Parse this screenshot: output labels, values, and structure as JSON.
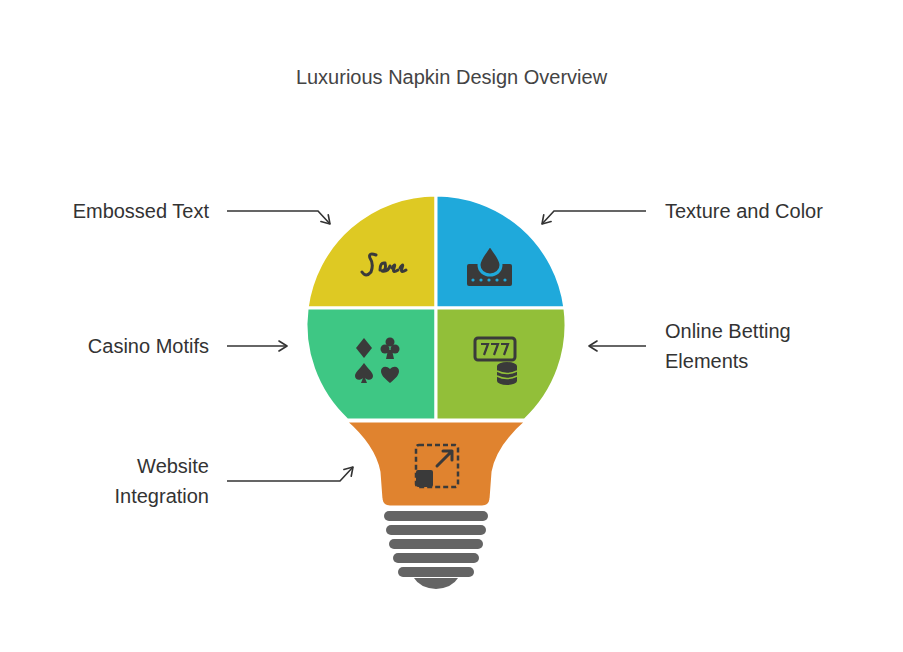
{
  "diagram": {
    "title": "Luxurious Napkin Design Overview",
    "labels": [
      "Embossed Text",
      "Texture and Color",
      "Casino Motifs",
      "Online Betting Elements",
      "Website Integration"
    ]
  }
}
